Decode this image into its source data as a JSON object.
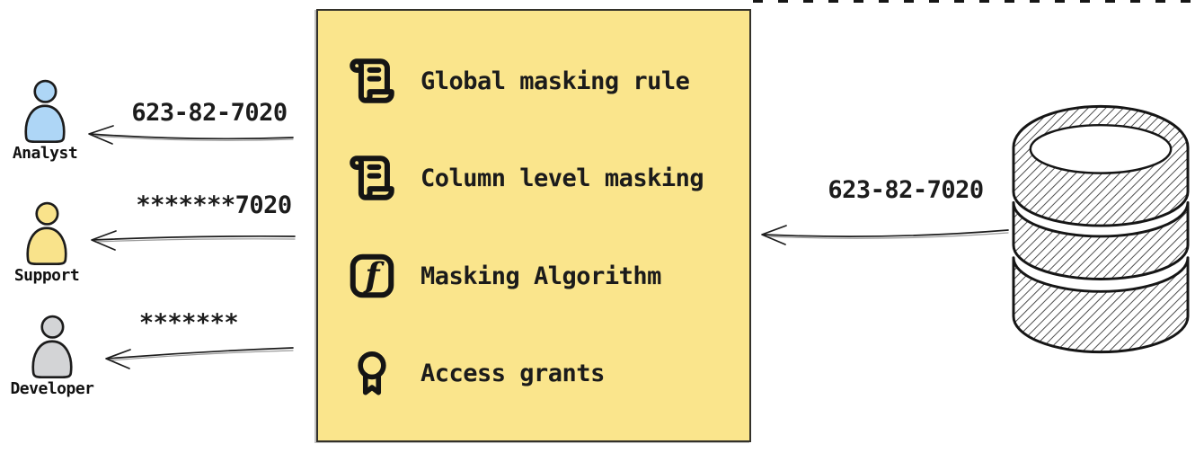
{
  "personas": [
    {
      "name": "Analyst",
      "arrow_label": "623-82-7020",
      "avatar_color": "#aed6f6"
    },
    {
      "name": "Support",
      "arrow_label": "*******7020",
      "avatar_color": "#f9e38b"
    },
    {
      "name": "Developer",
      "arrow_label": "*******",
      "avatar_color": "#d3d4d6"
    }
  ],
  "masking_box": {
    "background": "#fae58c",
    "border_color": "#33312a",
    "items": [
      {
        "icon": "scroll-icon",
        "label": "Global masking rule"
      },
      {
        "icon": "scroll-icon",
        "label": "Column level masking"
      },
      {
        "icon": "function-icon",
        "label": "Masking Algorithm"
      },
      {
        "icon": "award-icon",
        "label": "Access grants"
      }
    ]
  },
  "database": {
    "icon": "database-icon",
    "arrow_label": "623-82-7020"
  },
  "ink_color": "#1c1c1c"
}
